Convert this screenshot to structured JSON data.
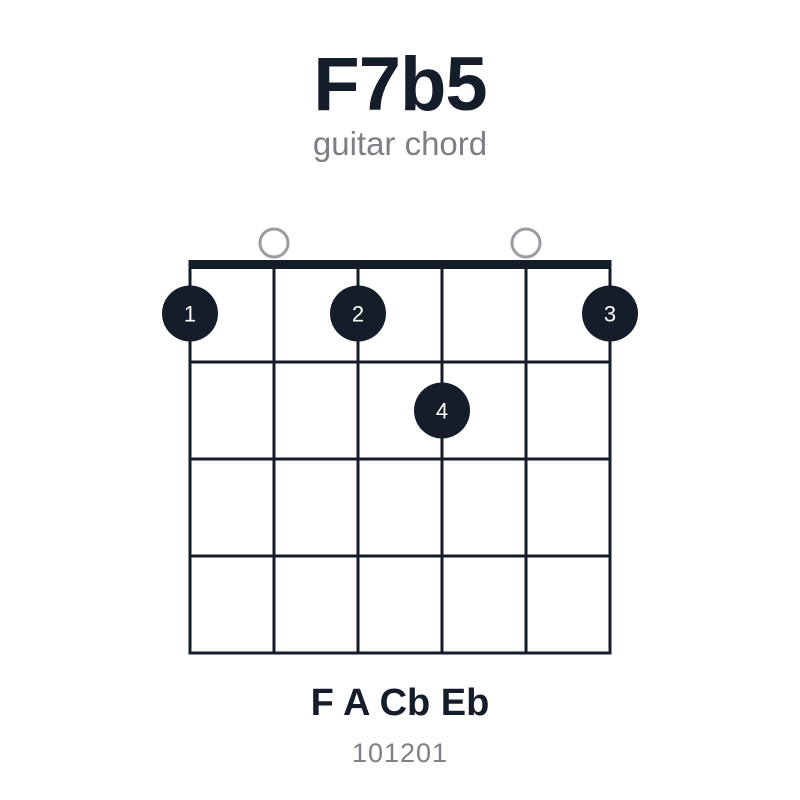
{
  "chord": {
    "name": "F7b5",
    "subtitle": "guitar chord",
    "notes": "F A Cb Eb",
    "fingering": "101201"
  },
  "fretboard": {
    "strings": 6,
    "frets": 4,
    "open_strings": [
      2,
      5
    ],
    "muted_strings": [],
    "dots": [
      {
        "string": 1,
        "fret": 1,
        "finger": "1"
      },
      {
        "string": 3,
        "fret": 1,
        "finger": "2"
      },
      {
        "string": 6,
        "fret": 1,
        "finger": "3"
      },
      {
        "string": 4,
        "fret": 2,
        "finger": "4"
      }
    ]
  },
  "colors": {
    "ink": "#151c2a",
    "muted_text": "#7c7f86",
    "open_circle": "#9a9ca2",
    "dot_text": "#ffffff",
    "background": "#ffffff"
  }
}
